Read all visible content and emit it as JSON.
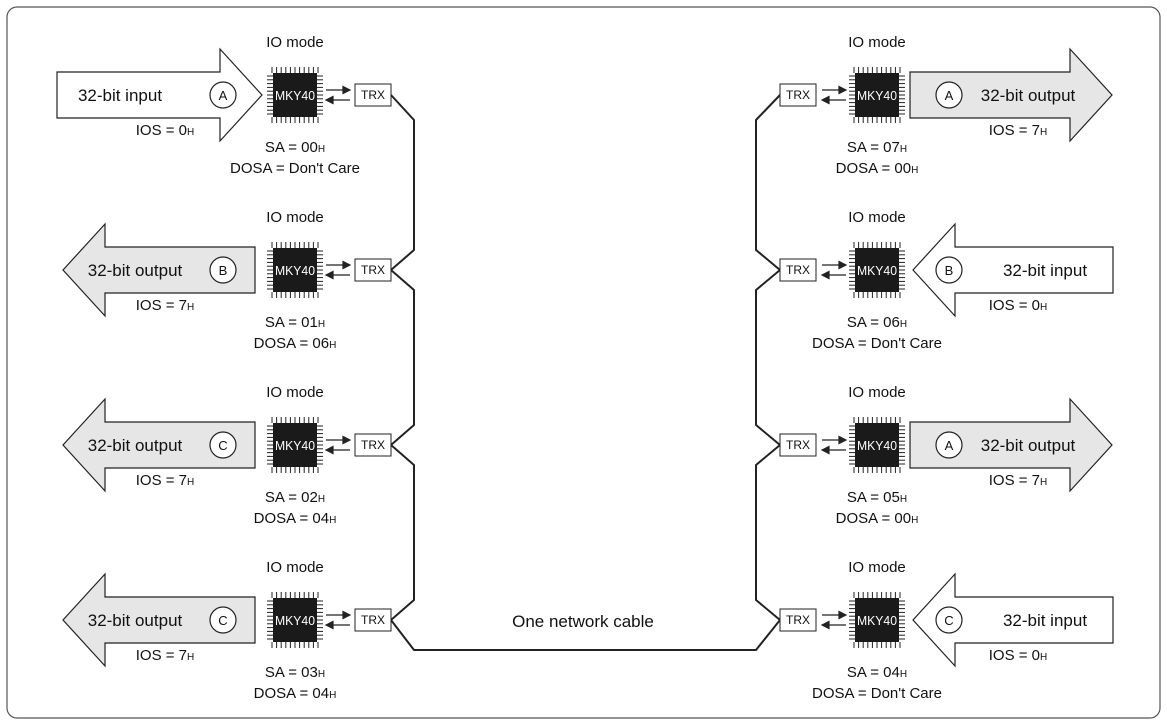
{
  "colors": {
    "chip": "#1a1a1a",
    "output_fill": "#e6e6e6",
    "input_fill": "#ffffff",
    "line": "#222222",
    "frame": "#555555"
  },
  "cable_label": "One network cable",
  "io_mode_label": "IO mode",
  "chip_label": "MKY40",
  "trx_label": "TRX",
  "subscript_h": "H",
  "left_nodes": [
    {
      "io_mode": "IO mode",
      "arrow_label": "32-bit input",
      "circle": "A",
      "direction": "input",
      "ios": "IOS = 0",
      "sa": "SA = 00",
      "dosa": "DOSA = Don't Care",
      "dosa_hex": false
    },
    {
      "io_mode": "IO mode",
      "arrow_label": "32-bit output",
      "circle": "B",
      "direction": "output",
      "ios": "IOS = 7",
      "sa": "SA = 01",
      "dosa": "DOSA = 06",
      "dosa_hex": true
    },
    {
      "io_mode": "IO mode",
      "arrow_label": "32-bit output",
      "circle": "C",
      "direction": "output",
      "ios": "IOS = 7",
      "sa": "SA = 02",
      "dosa": "DOSA = 04",
      "dosa_hex": true
    },
    {
      "io_mode": "IO mode",
      "arrow_label": "32-bit output",
      "circle": "C",
      "direction": "output",
      "ios": "IOS = 7",
      "sa": "SA = 03",
      "dosa": "DOSA = 04",
      "dosa_hex": true
    }
  ],
  "right_nodes": [
    {
      "io_mode": "IO mode",
      "arrow_label": "32-bit output",
      "circle": "A",
      "direction": "output",
      "ios": "IOS = 7",
      "sa": "SA = 07",
      "dosa": "DOSA = 00",
      "dosa_hex": true
    },
    {
      "io_mode": "IO mode",
      "arrow_label": "32-bit input",
      "circle": "B",
      "direction": "input",
      "ios": "IOS = 0",
      "sa": "SA = 06",
      "dosa": "DOSA = Don't Care",
      "dosa_hex": false
    },
    {
      "io_mode": "IO mode",
      "arrow_label": "32-bit output",
      "circle": "A",
      "direction": "output",
      "ios": "IOS = 7",
      "sa": "SA = 05",
      "dosa": "DOSA = 00",
      "dosa_hex": true
    },
    {
      "io_mode": "IO mode",
      "arrow_label": "32-bit input",
      "circle": "C",
      "direction": "input",
      "ios": "IOS = 0",
      "sa": "SA = 04",
      "dosa": "DOSA = Don't Care",
      "dosa_hex": false
    }
  ]
}
